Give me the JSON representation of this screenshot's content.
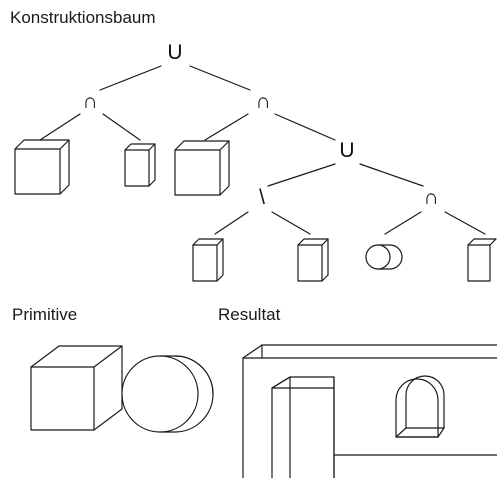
{
  "titles": {
    "tree": "Konstruktionsbaum",
    "primitives": "Primitive",
    "result": "Resultat"
  },
  "tree": {
    "root": "U",
    "left_op": "∩",
    "right_op": "∩",
    "mid_union": "U",
    "difference": "\\",
    "right_intersect": "∩"
  },
  "colors": {
    "stroke": "#1a1a1a",
    "fill": "#ffffff"
  }
}
